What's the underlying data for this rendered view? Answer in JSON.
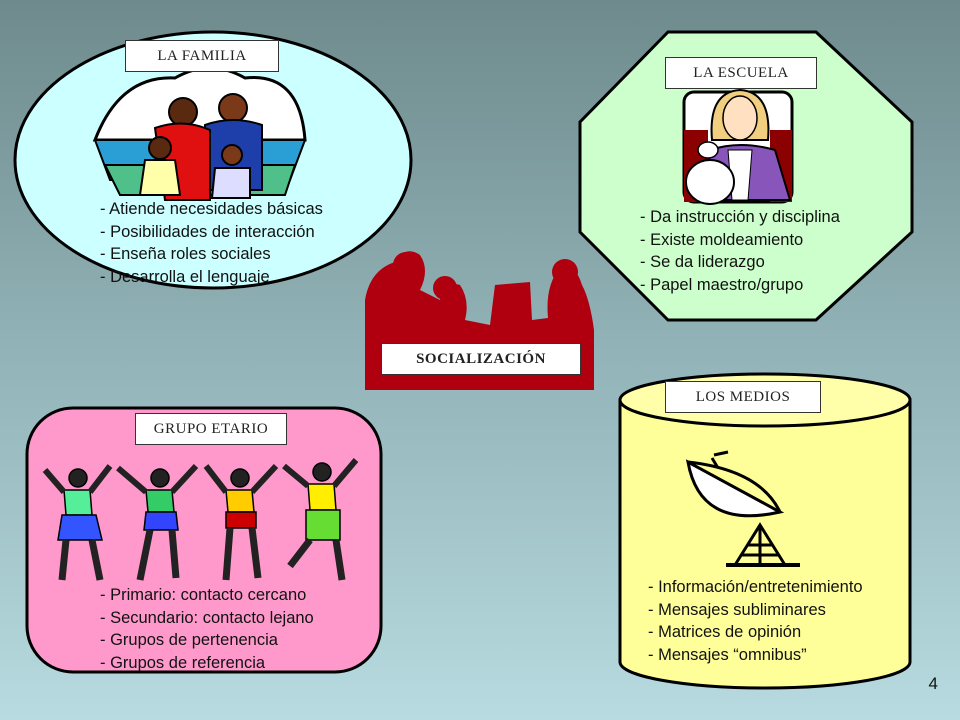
{
  "colors": {
    "familia_fill": "#ccffff",
    "escuela_fill": "#ccffcc",
    "etario_fill": "#ff99cc",
    "medios_fill": "#ffff99",
    "center_red": "#b00010"
  },
  "familia": {
    "title": "LA FAMILIA",
    "items": [
      "- Atiende necesidades básicas",
      "- Posibilidades de interacción",
      "- Enseña roles sociales",
      "- Desarrolla el lenguaje"
    ]
  },
  "escuela": {
    "title": "LA ESCUELA",
    "items": [
      "- Da instrucción y disciplina",
      "- Existe moldeamiento",
      "- Se da liderazgo",
      "- Papel  maestro/grupo"
    ]
  },
  "center": {
    "title": "SOCIALIZACIÓN"
  },
  "etario": {
    "title": "GRUPO ETARIO",
    "items": [
      "- Primario: contacto cercano",
      "- Secundario: contacto lejano",
      "- Grupos de pertenencia",
      "- Grupos de referencia"
    ]
  },
  "medios": {
    "title": "LOS MEDIOS",
    "items": [
      "- Información/entretenimiento",
      "- Mensajes subliminares",
      "- Matrices de opinión",
      "- Mensajes “omnibus”"
    ]
  },
  "page_number": "4"
}
